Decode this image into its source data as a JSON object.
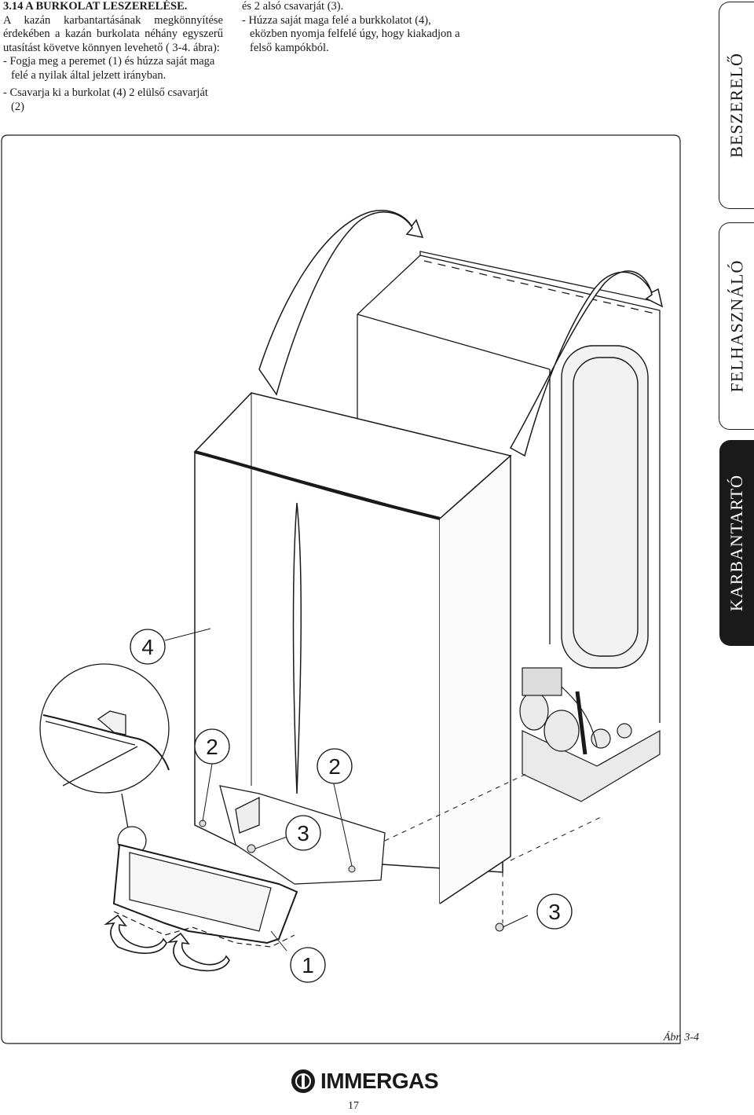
{
  "left_column": {
    "heading": "3.14 A BURKOLAT LESZERELÉSE.",
    "intro": "A kazán karbantartásának megkönnyítése érdekében a kazán burkolata néhány egyszerű utasítást követve könnyen levehető ( 3-4. ábra):",
    "step1": "- Fogja meg a peremet (1) és húzza saját maga felé a nyilak által jelzett irányban.",
    "step2": "- Csavarja ki a burkolat (4) 2 elülső csavarját (2)"
  },
  "right_column": {
    "step2_cont": "és 2 alsó csavarját (3).",
    "step3": "- Húzza saját maga felé a burkkolatot (4), eközben nyomja felfelé úgy, hogy kiakadjon a felső kampókból."
  },
  "side_tabs": {
    "tab1": "BESZERELŐ",
    "tab2": "FELHASZNÁLÓ",
    "tab3": "KARBANTARTÓ"
  },
  "figure": {
    "label_4": "4",
    "label_2a": "2",
    "label_2b": "2",
    "label_3a": "3",
    "label_3b": "3",
    "label_1": "1"
  },
  "caption": "Ábr. 3-4",
  "logo_text": "IMMERGAS",
  "page_number": "17",
  "colors": {
    "ink": "#1a1a1a",
    "paper": "#ffffff",
    "figure_bg": "#f4f4f4"
  }
}
